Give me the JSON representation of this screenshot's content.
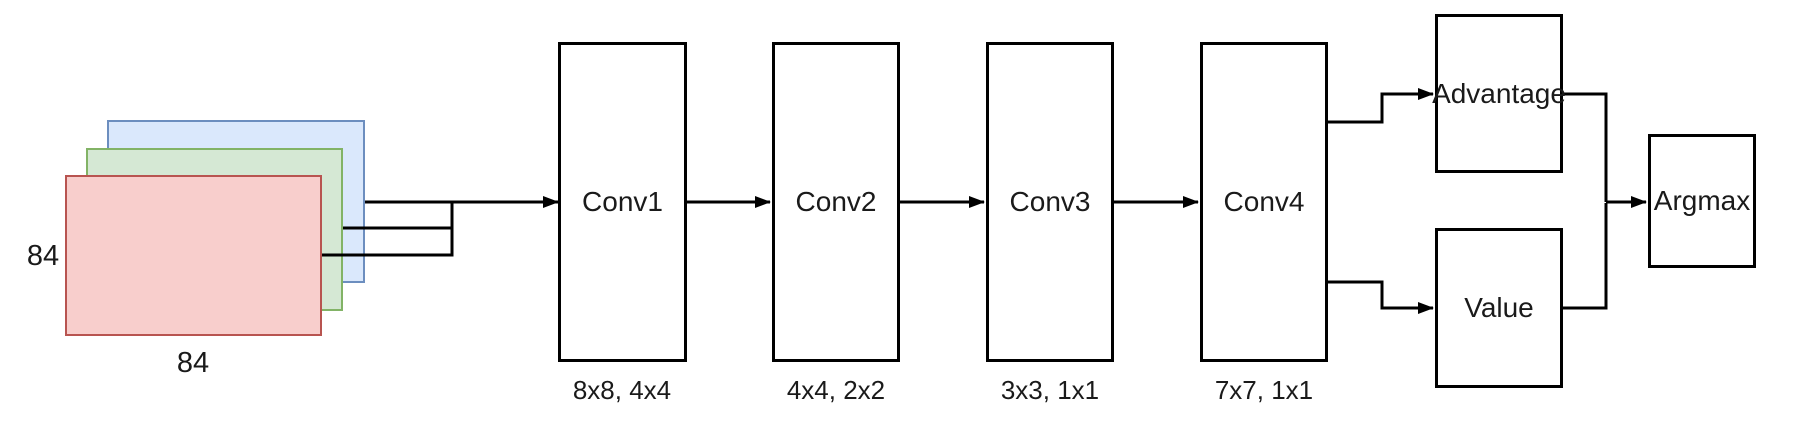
{
  "background": "#ffffff",
  "stroke_color": "#000000",
  "text_color": "#1a1a1a",
  "input_stack": {
    "height_label": "84",
    "width_label": "84",
    "channels": [
      {
        "id": "blue",
        "fill": "#dae8fc",
        "stroke": "#6c8ebf"
      },
      {
        "id": "green",
        "fill": "#d5e8d4",
        "stroke": "#82b366"
      },
      {
        "id": "red",
        "fill": "#f8cecc",
        "stroke": "#b85450"
      }
    ]
  },
  "layers": [
    {
      "label": "Conv1",
      "kernel_stride": "8x8, 4x4"
    },
    {
      "label": "Conv2",
      "kernel_stride": "4x4, 2x2"
    },
    {
      "label": "Conv3",
      "kernel_stride": "3x3, 1x1"
    },
    {
      "label": "Conv4",
      "kernel_stride": "7x7, 1x1"
    }
  ],
  "heads": {
    "advantage_label": "Advantage",
    "value_label": "Value"
  },
  "output": {
    "label": "Argmax"
  }
}
